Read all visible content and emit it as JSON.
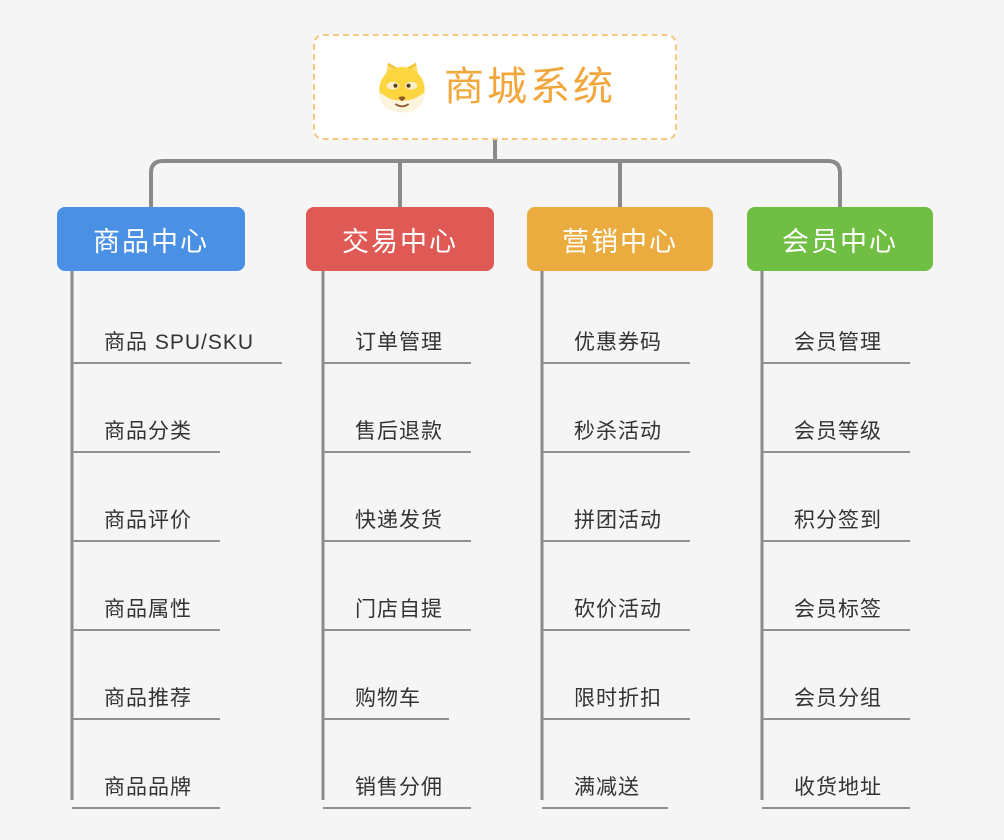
{
  "root": {
    "label": "商城系统",
    "icon": "dog-face-icon",
    "accent_color": "#f2a73c",
    "border_color": "#f6c983"
  },
  "connector_color": "#8a8a8a",
  "underline_color": "#909090",
  "branches": [
    {
      "label": "商品中心",
      "color": "#4a90e4",
      "items": [
        "商品 SPU/SKU",
        "商品分类",
        "商品评价",
        "商品属性",
        "商品推荐",
        "商品品牌"
      ]
    },
    {
      "label": "交易中心",
      "color": "#e05a55",
      "items": [
        "订单管理",
        "售后退款",
        "快递发货",
        "门店自提",
        "购物车",
        "销售分佣"
      ]
    },
    {
      "label": "营销中心",
      "color": "#eaac3e",
      "items": [
        "优惠券码",
        "秒杀活动",
        "拼团活动",
        "砍价活动",
        "限时折扣",
        "满减送"
      ]
    },
    {
      "label": "会员中心",
      "color": "#70bf44",
      "items": [
        "会员管理",
        "会员等级",
        "积分签到",
        "会员标签",
        "会员分组",
        "收货地址"
      ]
    }
  ]
}
